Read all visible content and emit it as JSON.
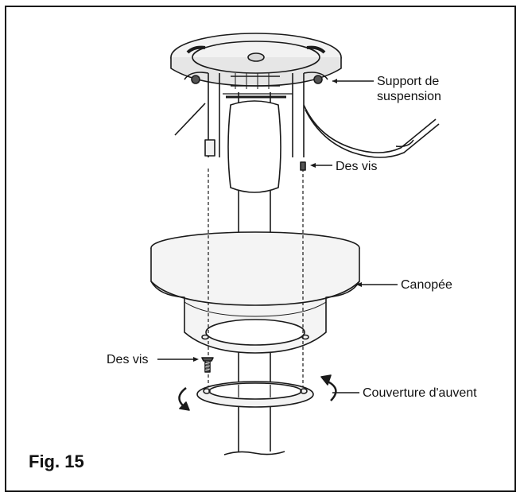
{
  "figure": {
    "caption": "Fig. 15"
  },
  "labels": {
    "mount": "Support de suspension",
    "mount_line1": "Support de",
    "mount_line2": "suspension",
    "screws_top": "Des vis",
    "canopy": "Canopée",
    "screws_bottom": "Des vis",
    "cover": "Couverture d'auvent"
  },
  "colors": {
    "line": "#1a1a1a",
    "fill_light": "#f2f2f2",
    "fill_mid": "#d9d9d9",
    "fill_dark": "#555555"
  }
}
